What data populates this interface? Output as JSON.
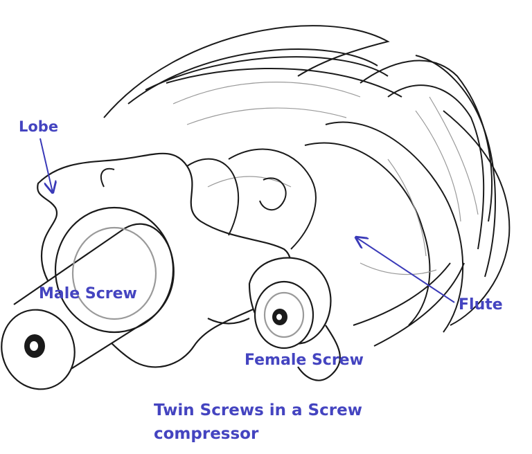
{
  "labels": {
    "lobe": "Lobe",
    "male_screw": "Male Screw",
    "flute": "Flute",
    "female_screw": "Female Screw"
  },
  "caption": "Twin Screws in a Screw compressor",
  "colors": {
    "label_text": "#4444c0",
    "arrow": "#3a3ab8",
    "sketch_line": "#1a1a1a",
    "sketch_shade": "#9a9a9a",
    "background": "#ffffff"
  }
}
